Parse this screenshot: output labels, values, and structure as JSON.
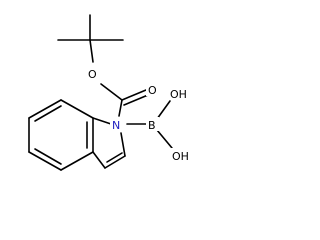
{
  "molecule": {
    "atoms": {
      "oxygen_carbonyl": "O",
      "oxygen_ester": "O",
      "nitrogen": "N",
      "boron": "B",
      "hydroxyl_top": "OH",
      "hydroxyl_bottom": "OH"
    },
    "colors": {
      "bond": "#000000",
      "nitrogen": "#2020c0",
      "background": "#ffffff"
    }
  }
}
